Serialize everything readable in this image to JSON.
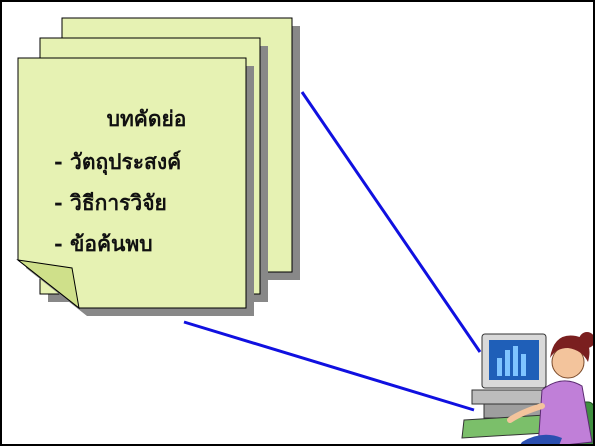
{
  "document": {
    "title": "บทคัดย่อ",
    "items": [
      "- วัตถุประสงค์",
      "- วิธีการวิจัย",
      "- ข้อค้นพบ"
    ]
  },
  "colors": {
    "page_fill": "#e6f2b3",
    "page_shadow": "#888888",
    "connector": "#1010e0",
    "border": "#000000"
  },
  "icons": [
    "document-stack-icon",
    "computer-user-icon"
  ]
}
